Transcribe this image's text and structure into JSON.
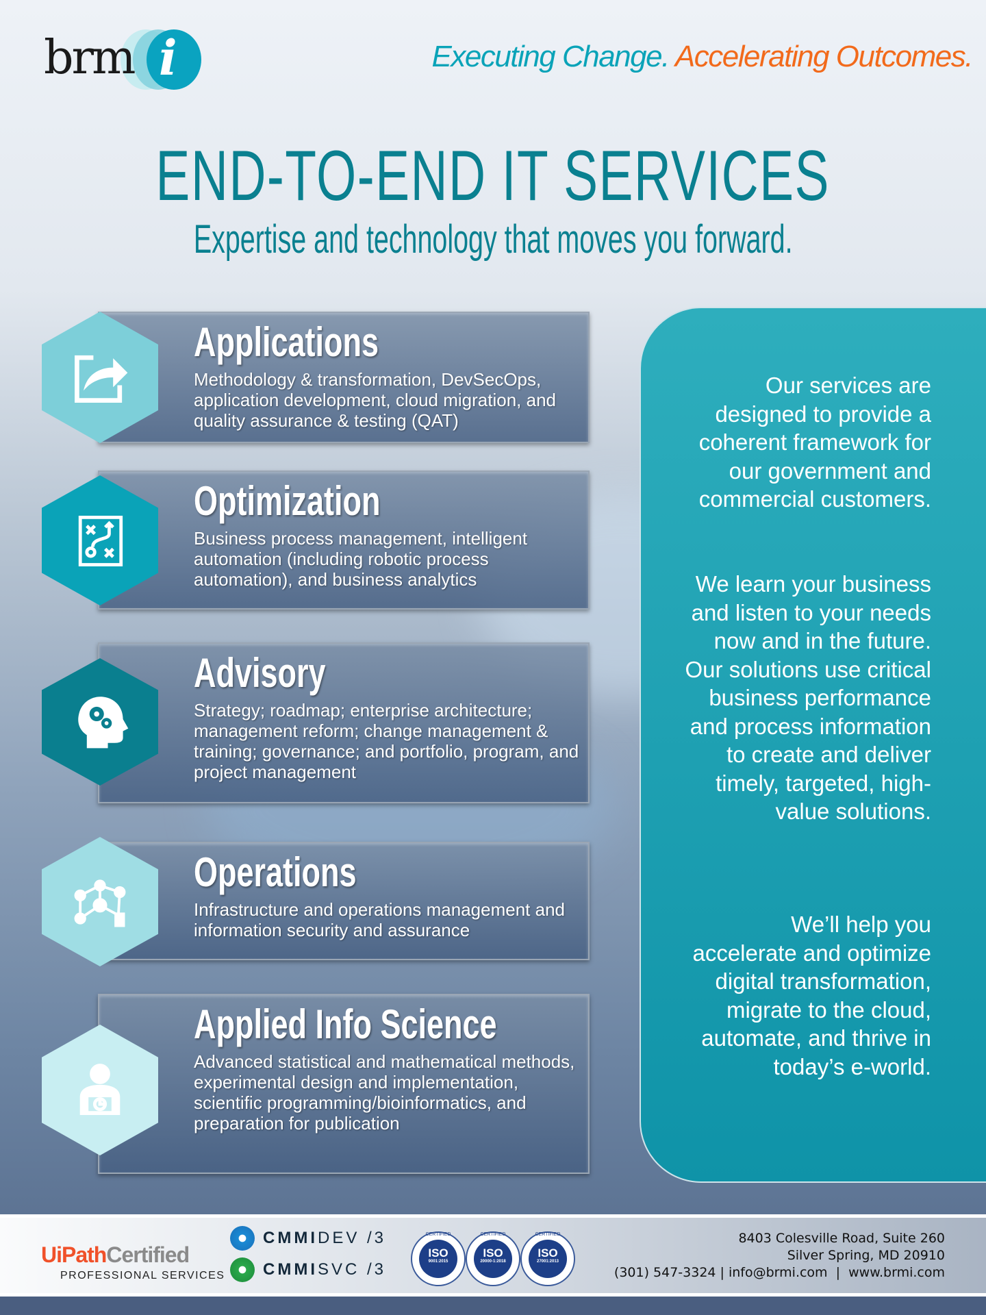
{
  "header": {
    "logo_text": "brmi",
    "tagline_part1": "Executing Change.",
    "tagline_part2": "Accelerating Outcomes.",
    "title": "END-TO-END IT SERVICES",
    "subtitle": "Expertise and technology that moves you forward."
  },
  "colors": {
    "teal": "#0a8090",
    "orange": "#f26a1b",
    "accent": "#0aa3b8"
  },
  "services": [
    {
      "title": "Applications",
      "description": "Methodology & transformation, DevSecOps, application development, cloud migration, and quality assurance & testing (QAT)",
      "icon": "share-arrow-icon"
    },
    {
      "title": "Optimization",
      "description": "Business process management, intelligent automation (including robotic process automation), and business analytics",
      "icon": "strategy-board-icon"
    },
    {
      "title": "Advisory",
      "description": "Strategy; roadmap; enterprise architecture; management reform; change management & training; governance; and portfolio, program, and project management",
      "icon": "head-gears-icon"
    },
    {
      "title": "Operations",
      "description": "Infrastructure and operations management and information security and assurance",
      "icon": "network-users-icon"
    },
    {
      "title": "Applied Info Science",
      "description": "Advanced statistical and mathematical methods, experimental design and implementation, scientific programming/bioinformatics, and preparation for publication",
      "icon": "user-laptop-chart-icon"
    }
  ],
  "sidebar": {
    "paragraphs": [
      "Our services are designed to provide a coherent framework for our government and commercial customers.",
      "We learn your business and listen to your needs now and in the future. Our solutions use critical business performance and process information to create and deliver timely, targeted, high-value solutions.",
      "We’ll help you accelerate and optimize digital transformation, migrate to the cloud, automate, and thrive in today’s e-world."
    ]
  },
  "footer": {
    "uipath_a": "UiPath",
    "uipath_b": "Certified",
    "uipath_sub": "PROFESSIONAL SERVICES",
    "cmmi": [
      {
        "bold": "CMMI",
        "rest": "DEV /3"
      },
      {
        "bold": "CMMI",
        "rest": "SVC /3"
      }
    ],
    "iso": [
      {
        "label": "ISO",
        "std": "9001:2015"
      },
      {
        "label": "ISO",
        "std": "20000-1:2018"
      },
      {
        "label": "ISO",
        "std": "27001:2013"
      }
    ],
    "iso_cert": "CERTIFIED",
    "address_line1": "8403 Colesville Road, Suite 260",
    "address_line2": "Silver Spring, MD 20910",
    "contact": "(301) 547-3324 | info@brmi.com  |  www.brmi.com"
  }
}
